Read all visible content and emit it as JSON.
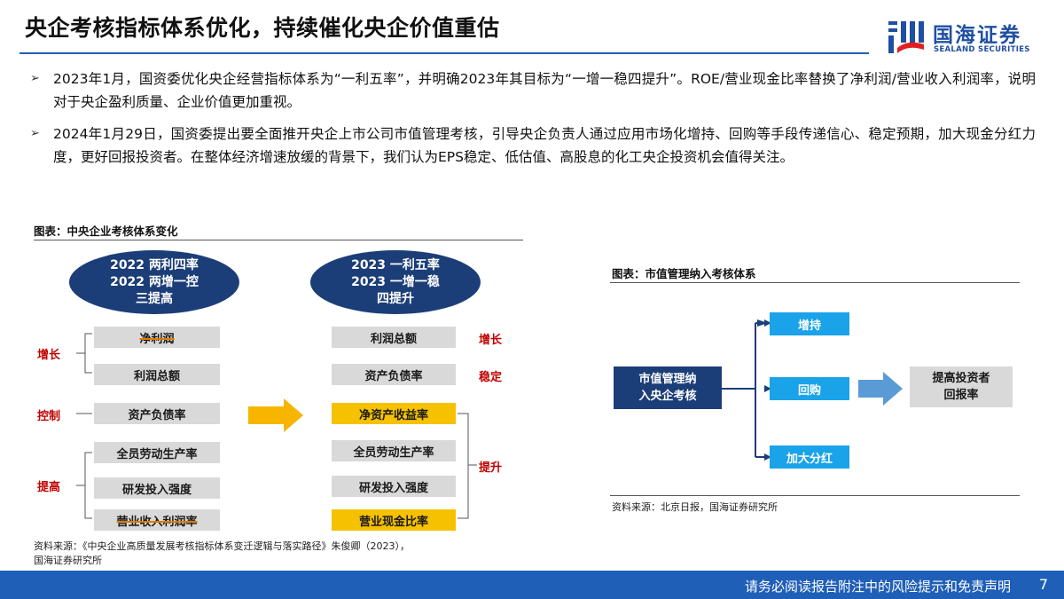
{
  "header": {
    "title": "央企考核指标体系优化，持续催化央企价值重估",
    "logo_cn": "国海证券",
    "logo_en": "SEALAND SECURITIES"
  },
  "bullets": [
    "2023年1月，国资委优化央企经营指标体系为“一利五率”，并明确2023年其目标为“一增一稳四提升”。ROE/营业现金比率替换了净利润/营业收入利润率，说明对于央企盈利质量、企业价值更加重视。",
    "2024年1月29日，国资委提出要全面推开央企上市公司市值管理考核，引导央企负责人通过应用市场化增持、回购等手段传递信心、稳定预期，加大现金分红力度，更好回报投资者。在整体经济增速放缓的背景下，我们认为EPS稳定、低估值、高股息的化工央企投资机会值得关注。"
  ],
  "figure_left": {
    "caption": "图表：中央企业考核体系变化",
    "ellipse_2022": [
      "2022 两利四率",
      "2022 两增一控",
      "三提高"
    ],
    "ellipse_2023": [
      "2023 一利五率",
      "2023 一增一稳",
      "四提升"
    ],
    "left_boxes": [
      "净利润",
      "利润总额",
      "资产负债率",
      "全员劳动生产率",
      "研发投入强度",
      "营业收入利润率"
    ],
    "left_labels": {
      "growth": "增长",
      "control": "控制",
      "improve": "提高"
    },
    "right_boxes": [
      "利润总额",
      "资产负债率",
      "净资产收益率",
      "全员劳动生产率",
      "研发投入强度",
      "营业现金比率"
    ],
    "right_labels": {
      "growth": "增长",
      "stable": "稳定",
      "improve": "提升"
    },
    "source_line1": "资料来源：《中央企业高质量发展考核指标体系变迁逻辑与落实路径》朱俊卿（2023），",
    "source_line2": "国海证券研究所"
  },
  "figure_right": {
    "caption": "图表：市值管理纳入考核体系",
    "center_box": [
      "市值管理纳",
      "入央企考核"
    ],
    "branches": [
      "增持",
      "回购",
      "加大分红"
    ],
    "result_box": [
      "提高投资者",
      "回报率"
    ],
    "source": "资料来源：北京日报，国海证券研究所"
  },
  "footer": {
    "disclaimer": "请务必阅读报告附注中的风险提示和免责声明",
    "page": "7"
  },
  "colors": {
    "brand_blue": "#1f5fb8",
    "navy": "#1c3e78",
    "accent_yellow": "#f5c100",
    "accent_red": "#c00000",
    "arrow_orange": "#f7b500",
    "cyan": "#1aa3e8"
  }
}
